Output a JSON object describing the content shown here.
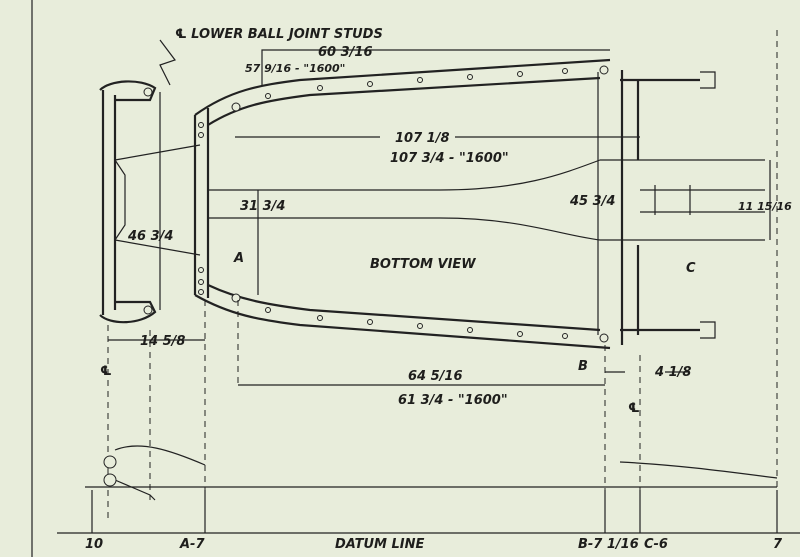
{
  "title_note": "℄ LOWER BALL JOINT STUDS",
  "view_label": "BOTTOM VIEW",
  "dimensions": {
    "top_width": "60 3/16",
    "top_width_1600": "57 9/16 - \"1600\"",
    "length": "107 1/8",
    "length_1600": "107 3/4 - \"1600\"",
    "front_span": "46 3/4",
    "front_rail_span": "31 3/4",
    "rear_span": "45 3/4",
    "rear_axle_span": "11 15/16",
    "front_offset": "14 5/8",
    "mid_length": "64 5/16",
    "mid_length_1600": "61 3/4 - \"1600\"",
    "rear_offset": "4 1/8"
  },
  "points": {
    "a": "A",
    "b": "B",
    "c": "C"
  },
  "centerline_symbol": "℄",
  "datum": {
    "label": "DATUM LINE",
    "marks": [
      "10",
      "A-7",
      "B-7 1/16",
      "C-6",
      "7"
    ]
  }
}
